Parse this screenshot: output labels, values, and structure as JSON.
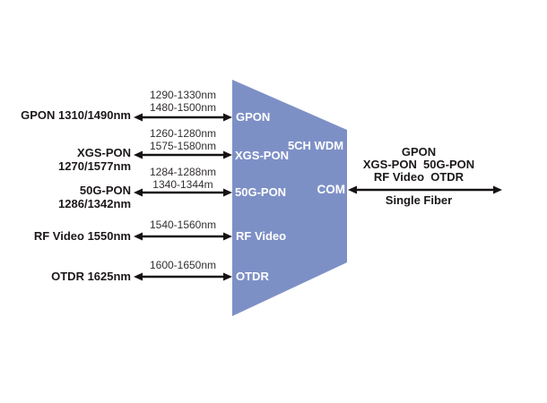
{
  "diagram": {
    "device_label": "5CH WDM",
    "com_label": "COM",
    "trapezoid_color": "#7D90C6",
    "arrow_color": "#171213",
    "channels": [
      {
        "left_label": "GPON 1310/1490nm",
        "ranges": [
          "1290-1330nm",
          "1480-1500nm"
        ],
        "port": "GPON"
      },
      {
        "left_label": "XGS-PON 1270/1577nm",
        "ranges": [
          "1260-1280nm",
          "1575-1580nm"
        ],
        "port": "XGS-PON"
      },
      {
        "left_label": "50G-PON 1286/1342nm",
        "ranges": [
          "1284-1288nm",
          "1340-1344m"
        ],
        "port": "50G-PON"
      },
      {
        "left_label": "RF Video 1550nm",
        "ranges": [
          "1540-1560nm"
        ],
        "port": "RF Video"
      },
      {
        "left_label": "OTDR 1625nm",
        "ranges": [
          "1600-1650nm"
        ],
        "port": "OTDR"
      }
    ],
    "output": {
      "line1": "GPON",
      "line2": "XGS-PON  50G-PON",
      "line3": "RF Video  OTDR",
      "fiber_label": "Single Fiber"
    }
  }
}
